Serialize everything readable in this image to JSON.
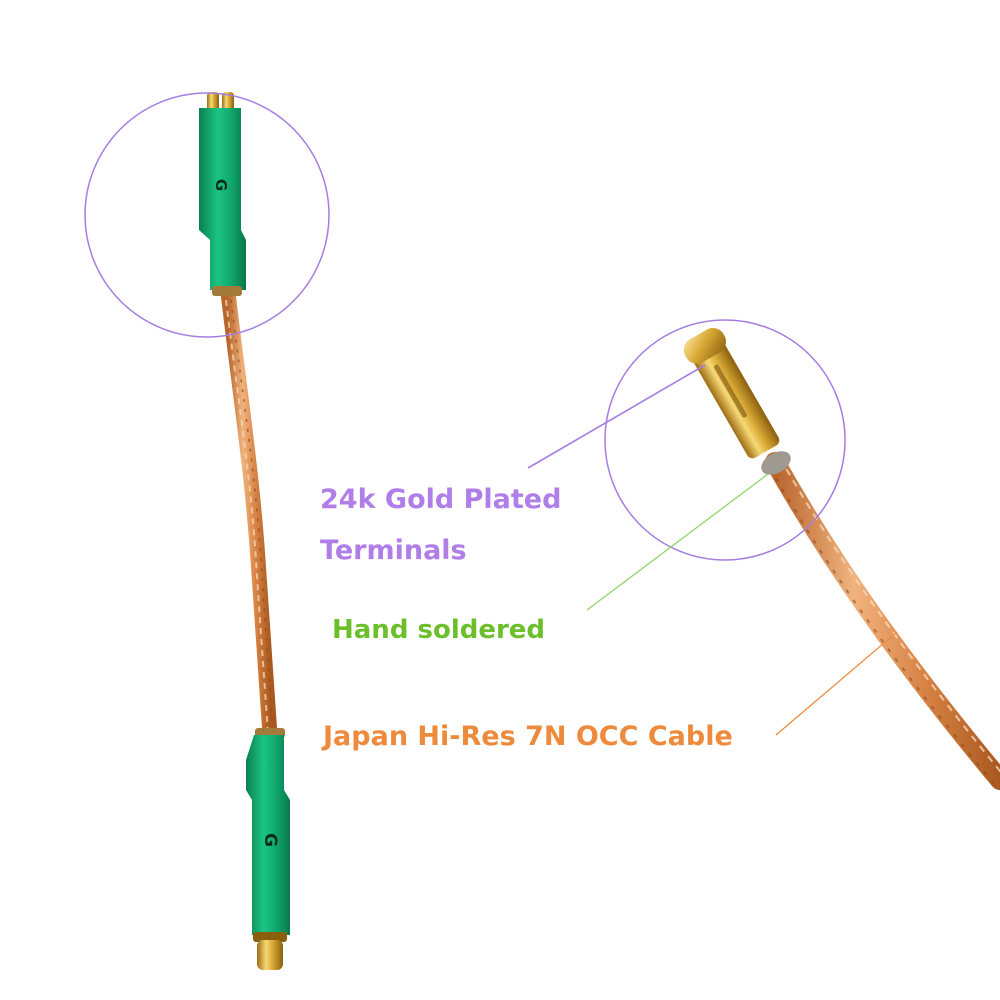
{
  "photo": {
    "connector_letter": "G",
    "callouts": {
      "gold_line1": "24k Gold Plated",
      "gold_line2": "Terminals",
      "solder": "Hand soldered",
      "cable": "Japan Hi-Res 7N OCC Cable"
    },
    "colors": {
      "gold_label": "#b07ee8",
      "solder_label": "#6cbf2a",
      "cable_label": "#ee8a3c",
      "sleeve_green": "#12a86e",
      "copper_wire": "#e0935a",
      "gold_pin": "#d9a935",
      "circle_outline": "#a57de0"
    }
  }
}
